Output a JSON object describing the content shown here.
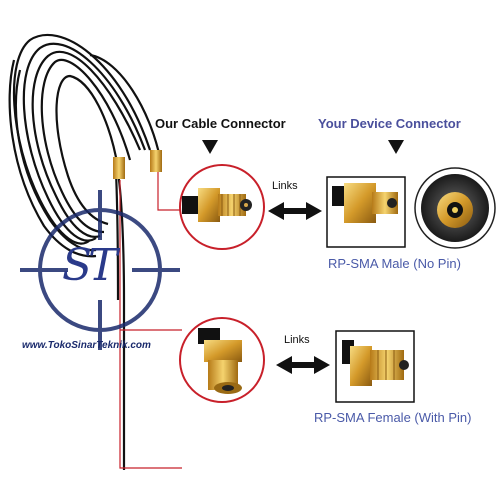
{
  "headers": {
    "our_connector": "Our Cable Connector",
    "device_connector": "Your Device Connector"
  },
  "links_label_top": "Links",
  "links_label_bottom": "Links",
  "captions": {
    "male": "RP-SMA Male (No Pin)",
    "female": "RP-SMA Female (With Pin)"
  },
  "watermark": {
    "logo": "ST",
    "website": "www.TokoSinarTeknik.com"
  },
  "colors": {
    "accent_red": "#c8202a",
    "accent_blue": "#4a4f9c",
    "cable": "#111111",
    "gold": "#d7a838"
  }
}
